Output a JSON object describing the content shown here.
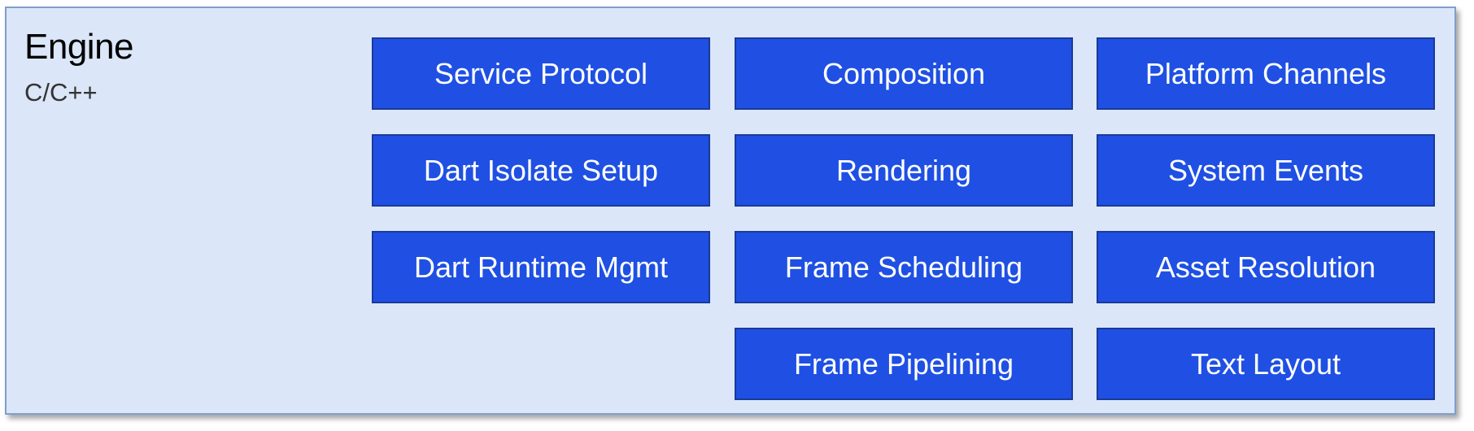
{
  "panel": {
    "title": "Engine",
    "subtitle": "C/C++"
  },
  "modules": {
    "service_protocol": "Service Protocol",
    "composition": "Composition",
    "platform_channels": "Platform Channels",
    "dart_isolate_setup": "Dart Isolate Setup",
    "rendering": "Rendering",
    "system_events": "System Events",
    "dart_runtime_mgmt": "Dart Runtime Mgmt",
    "frame_scheduling": "Frame Scheduling",
    "asset_resolution": "Asset Resolution",
    "frame_pipelining": "Frame Pipelining",
    "text_layout": "Text Layout"
  },
  "colors": {
    "panel_background": "#dbe6f8",
    "panel_border": "#7f9fcd",
    "module_fill": "#1f50e3",
    "module_border": "#1a3a9a",
    "module_text": "#ffffff"
  }
}
